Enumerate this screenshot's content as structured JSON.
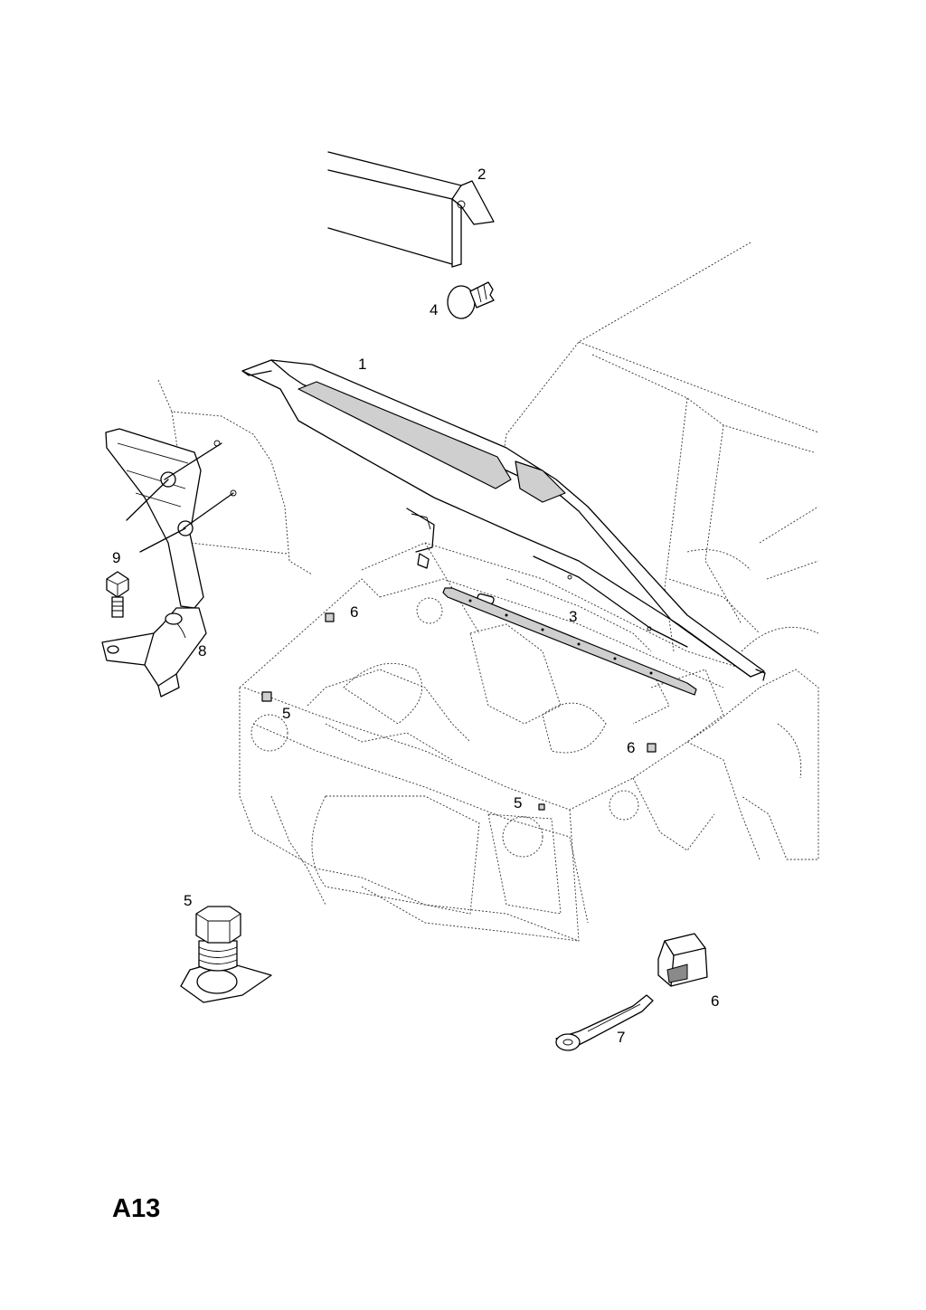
{
  "diagram_code": "A13",
  "callouts": [
    {
      "id": "c2",
      "text": "2"
    },
    {
      "id": "c4",
      "text": "4"
    },
    {
      "id": "c1",
      "text": "1"
    },
    {
      "id": "c9",
      "text": "9"
    },
    {
      "id": "c8",
      "text": "8"
    },
    {
      "id": "c6a",
      "text": "6"
    },
    {
      "id": "c3",
      "text": "3"
    },
    {
      "id": "c5a",
      "text": "5"
    },
    {
      "id": "c6b",
      "text": "6"
    },
    {
      "id": "c5b",
      "text": "5"
    },
    {
      "id": "c5c",
      "text": "5"
    },
    {
      "id": "c6c",
      "text": "6"
    },
    {
      "id": "c7",
      "text": "7"
    }
  ]
}
